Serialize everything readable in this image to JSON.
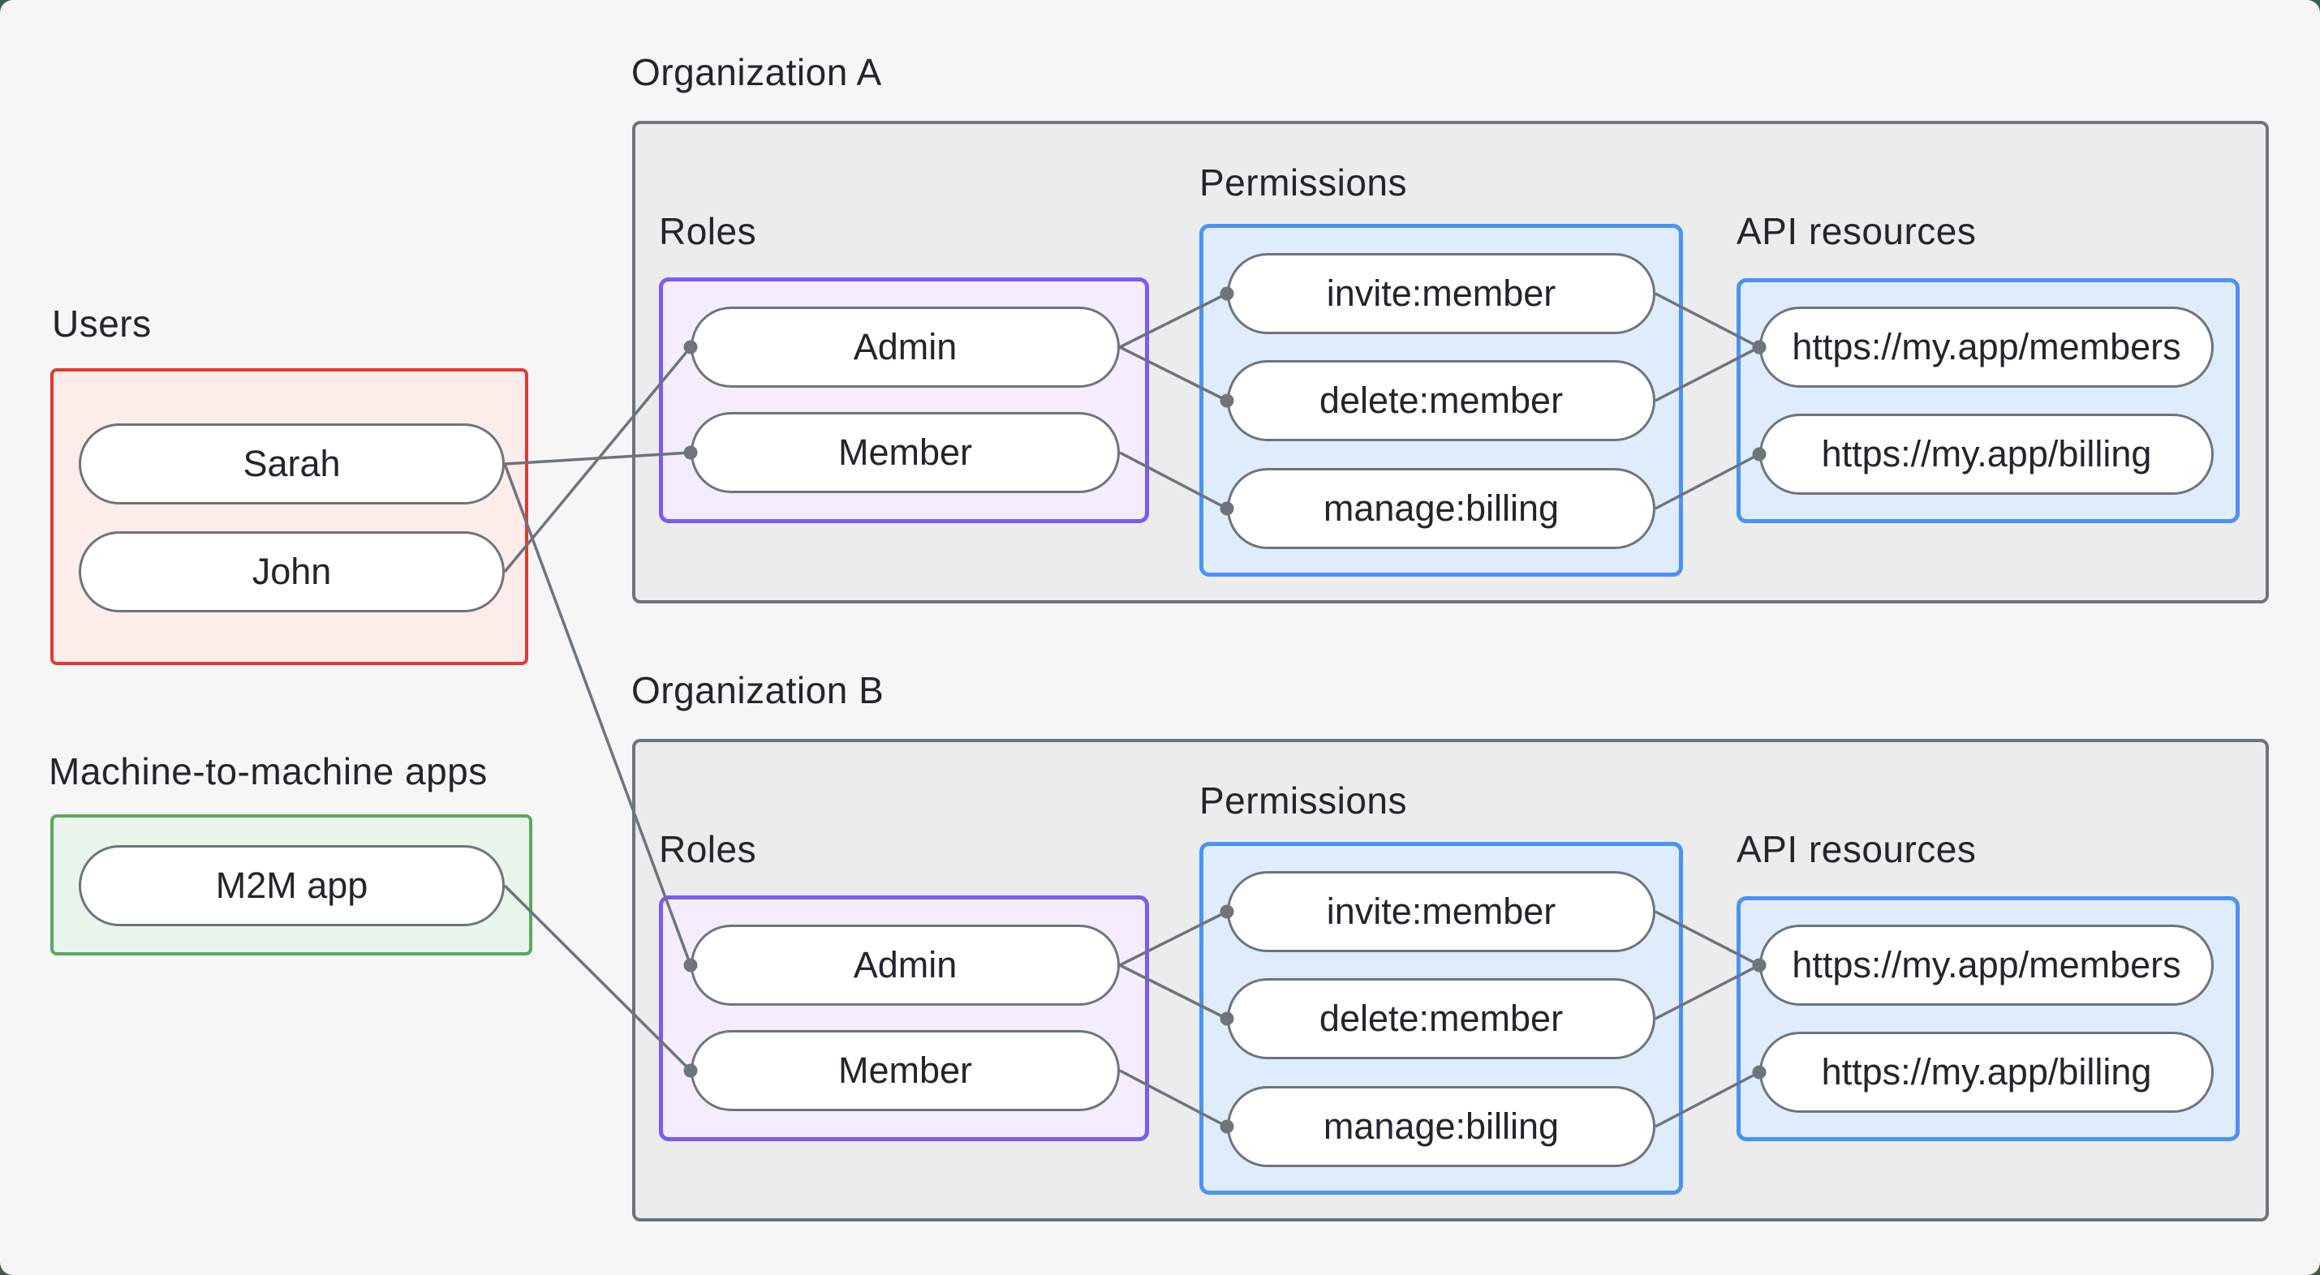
{
  "colors": {
    "backdrop": "#3e5f4e",
    "canvas": "#f5f6f5",
    "wire": "#6e747b",
    "text": "#22262a",
    "org_fill": "#ebeceb",
    "org_border": "#6e747b",
    "users_fill": "#fcecea",
    "users_border": "#e23a30",
    "m2m_fill": "#e9f4ea",
    "m2m_border": "#5aa860",
    "roles_fill": "#f3edfd",
    "roles_border": "#7b5bf5",
    "perm_fill": "#deecfb",
    "perm_border": "#4b92f5",
    "node_fill": "#ffffff",
    "node_border": "#6e747b"
  },
  "users_group": {
    "label": "Users",
    "items": [
      {
        "id": "sarah",
        "label": "Sarah"
      },
      {
        "id": "john",
        "label": "John"
      }
    ]
  },
  "m2m_group": {
    "label": "Machine-to-machine apps",
    "items": [
      {
        "id": "m2m",
        "label": "M2M app"
      }
    ]
  },
  "orgs": [
    {
      "id": "orgA",
      "label": "Organization A",
      "sections": {
        "roles": "Roles",
        "permissions": "Permissions",
        "api": "API resources"
      },
      "roles": [
        {
          "id": "orgA-admin",
          "label": "Admin"
        },
        {
          "id": "orgA-member",
          "label": "Member"
        }
      ],
      "permissions": [
        {
          "id": "orgA-invite",
          "label": "invite:member"
        },
        {
          "id": "orgA-delete",
          "label": "delete:member"
        },
        {
          "id": "orgA-manage",
          "label": "manage:billing"
        }
      ],
      "api_resources": [
        {
          "id": "orgA-members",
          "label": "https://my.app/members"
        },
        {
          "id": "orgA-billing",
          "label": "https://my.app/billing"
        }
      ]
    },
    {
      "id": "orgB",
      "label": "Organization B",
      "sections": {
        "roles": "Roles",
        "permissions": "Permissions",
        "api": "API resources"
      },
      "roles": [
        {
          "id": "orgB-admin",
          "label": "Admin"
        },
        {
          "id": "orgB-member",
          "label": "Member"
        }
      ],
      "permissions": [
        {
          "id": "orgB-invite",
          "label": "invite:member"
        },
        {
          "id": "orgB-delete",
          "label": "delete:member"
        },
        {
          "id": "orgB-manage",
          "label": "manage:billing"
        }
      ],
      "api_resources": [
        {
          "id": "orgB-members",
          "label": "https://my.app/members"
        },
        {
          "id": "orgB-billing",
          "label": "https://my.app/billing"
        }
      ]
    }
  ],
  "connections": [
    [
      "sarah",
      "orgA-member"
    ],
    [
      "john",
      "orgA-admin"
    ],
    [
      "sarah",
      "orgB-admin"
    ],
    [
      "m2m",
      "orgB-member"
    ],
    [
      "orgA-admin",
      "orgA-invite"
    ],
    [
      "orgA-admin",
      "orgA-delete"
    ],
    [
      "orgA-member",
      "orgA-manage"
    ],
    [
      "orgA-invite",
      "orgA-members"
    ],
    [
      "orgA-delete",
      "orgA-members"
    ],
    [
      "orgA-manage",
      "orgA-billing"
    ],
    [
      "orgB-admin",
      "orgB-invite"
    ],
    [
      "orgB-admin",
      "orgB-delete"
    ],
    [
      "orgB-member",
      "orgB-manage"
    ],
    [
      "orgB-invite",
      "orgB-members"
    ],
    [
      "orgB-delete",
      "orgB-members"
    ],
    [
      "orgB-manage",
      "orgB-billing"
    ]
  ]
}
